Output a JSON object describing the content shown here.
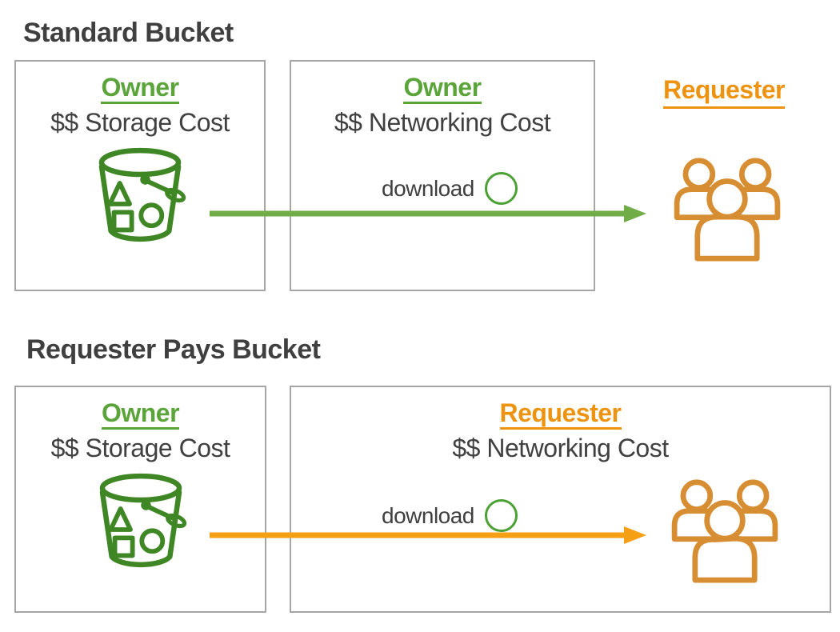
{
  "sections": {
    "standard": {
      "title": "Standard Bucket",
      "storage_box": {
        "role": "Owner",
        "cost": "$$ Storage Cost"
      },
      "network_box": {
        "role": "Owner",
        "cost": "$$ Networking Cost",
        "download_label": "download"
      },
      "requester_label": "Requester"
    },
    "requester_pays": {
      "title": "Requester Pays Bucket",
      "storage_box": {
        "role": "Owner",
        "cost": "$$ Storage Cost"
      },
      "network_box": {
        "role": "Requester",
        "cost": "$$ Networking Cost",
        "download_label": "download"
      }
    }
  },
  "colors": {
    "owner_green": "#5AA43A",
    "requester_orange": "#EE9310",
    "bucket_green": "#3F8624",
    "users_orange": "#D78D32",
    "arrow_green": "#70AD47",
    "arrow_orange": "#F5A014",
    "download_circle_green": "#4BA134",
    "text_dark": "#3F3F3F",
    "box_border_gray": "#A6A6A6"
  },
  "icons": {
    "bucket": "s3-bucket-icon",
    "users": "users-group-icon",
    "download": "download-circle-icon"
  }
}
